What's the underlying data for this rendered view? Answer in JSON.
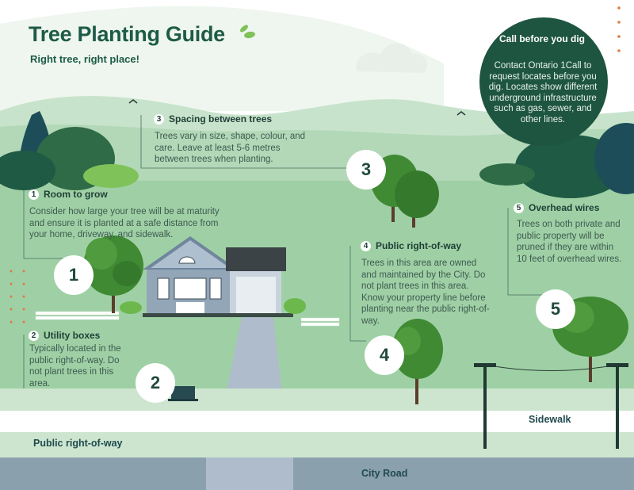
{
  "header": {
    "title": "Tree Planting Guide",
    "subtitle": "Right tree, right place!"
  },
  "call_box": {
    "title": "Call before you dig",
    "text": "Contact Ontario 1Call to request locates before you dig. Locates show different underground infrastructure such as gas, sewer, and other lines."
  },
  "sections": [
    {
      "number": "1",
      "title": "Room to grow",
      "text": "Consider how large your tree will be at maturity and ensure it is planted at a safe distance from your home, driveway, and sidewalk."
    },
    {
      "number": "2",
      "title": "Utility boxes",
      "text": "Typically located in the public right-of-way. Do not plant trees in this area."
    },
    {
      "number": "3",
      "title": "Spacing between trees",
      "text": "Trees vary in size, shape, colour, and care. Leave at least 5-6 metres between trees when planting."
    },
    {
      "number": "4",
      "title": "Public right-of-way",
      "text": "Trees in this area are owned and maintained by the City. Do not plant trees in this area. Know your property line before planting near the public right-of-way."
    },
    {
      "number": "5",
      "title": "Overhead wires",
      "text": "Trees on both private and public property will be pruned if they are within 10 feet of overhead wires."
    }
  ],
  "badges": [
    "1",
    "2",
    "3",
    "4",
    "5"
  ],
  "ground_labels": {
    "sidewalk": "Sidewalk",
    "public_row": "Public right-of-way",
    "city_road": "City Road"
  },
  "colors": {
    "dark_green": "#1d5b47",
    "lawn": "#9fd0a5",
    "road": "#8aa0ad",
    "call_box": "#1e5540"
  }
}
